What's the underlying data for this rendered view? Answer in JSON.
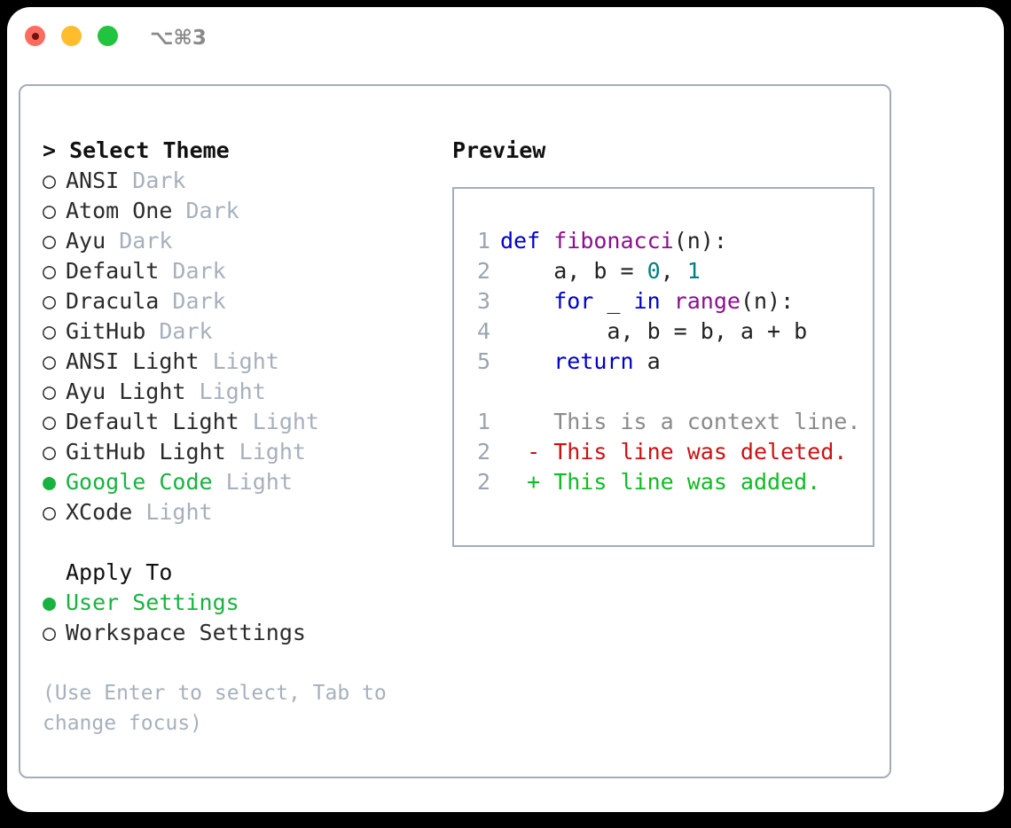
{
  "window": {
    "title": "⌥⌘3",
    "traffic_lights": [
      {
        "name": "close-button",
        "color": "#ff6b5e"
      },
      {
        "name": "minimize-button",
        "color": "#ffbd2e"
      },
      {
        "name": "maximize-button",
        "color": "#22c33f"
      }
    ]
  },
  "theme_picker": {
    "heading": "> Select Theme",
    "bullet_unselected": "○",
    "bullet_selected": "●",
    "options": [
      {
        "label": "ANSI",
        "kind": "Dark",
        "selected": false
      },
      {
        "label": "Atom One",
        "kind": "Dark",
        "selected": false
      },
      {
        "label": "Ayu",
        "kind": "Dark",
        "selected": false
      },
      {
        "label": "Default",
        "kind": "Dark",
        "selected": false
      },
      {
        "label": "Dracula",
        "kind": "Dark",
        "selected": false
      },
      {
        "label": "GitHub",
        "kind": "Dark",
        "selected": false
      },
      {
        "label": "ANSI Light",
        "kind": "Light",
        "selected": false
      },
      {
        "label": "Ayu Light",
        "kind": "Light",
        "selected": false
      },
      {
        "label": "Default Light",
        "kind": "Light",
        "selected": false
      },
      {
        "label": "GitHub Light",
        "kind": "Light",
        "selected": false
      },
      {
        "label": "Google Code",
        "kind": "Light",
        "selected": true
      },
      {
        "label": "XCode",
        "kind": "Light",
        "selected": false
      }
    ]
  },
  "apply_to": {
    "heading": "Apply To",
    "options": [
      {
        "label": "User Settings",
        "selected": true
      },
      {
        "label": "Workspace Settings",
        "selected": false
      }
    ]
  },
  "hint": "(Use Enter to select, Tab to change focus)",
  "preview": {
    "heading": "Preview",
    "code_lines": [
      {
        "no": "1",
        "tokens": [
          {
            "text": "def ",
            "cls": "tok-kw"
          },
          {
            "text": "fibonacci",
            "cls": "tok-fn"
          },
          {
            "text": "(n):",
            "cls": "tok-punc"
          }
        ]
      },
      {
        "no": "2",
        "tokens": [
          {
            "text": "    a, b = ",
            "cls": "tok-plain"
          },
          {
            "text": "0",
            "cls": "tok-num"
          },
          {
            "text": ", ",
            "cls": "tok-plain"
          },
          {
            "text": "1",
            "cls": "tok-num"
          }
        ]
      },
      {
        "no": "3",
        "tokens": [
          {
            "text": "    for",
            "cls": "tok-kw"
          },
          {
            "text": " _ ",
            "cls": "tok-plain"
          },
          {
            "text": "in",
            "cls": "tok-kw"
          },
          {
            "text": " ",
            "cls": "tok-plain"
          },
          {
            "text": "range",
            "cls": "tok-fn"
          },
          {
            "text": "(n):",
            "cls": "tok-punc"
          }
        ]
      },
      {
        "no": "4",
        "tokens": [
          {
            "text": "        a, b = b, a + b",
            "cls": "tok-plain"
          }
        ]
      },
      {
        "no": "5",
        "tokens": [
          {
            "text": "    return",
            "cls": "tok-kw"
          },
          {
            "text": " a",
            "cls": "tok-plain"
          }
        ]
      }
    ],
    "diff_lines": [
      {
        "no": "1",
        "marker": "  ",
        "text": "This is a context line.",
        "cls": "diff-ctx"
      },
      {
        "no": "2",
        "marker": "- ",
        "text": "This line was deleted.",
        "cls": "diff-del"
      },
      {
        "no": "2",
        "marker": "+ ",
        "text": "This line was added.",
        "cls": "diff-add"
      }
    ]
  },
  "colors": {
    "accent_green": "#18b33f",
    "border": "#a3adba",
    "muted": "#a6b0bc",
    "keyword": "#0000cc",
    "function": "#8d0f8d",
    "number": "#008080",
    "diff_add": "#11bb22",
    "diff_del": "#cc1111",
    "diff_ctx": "#8a8a8a"
  }
}
